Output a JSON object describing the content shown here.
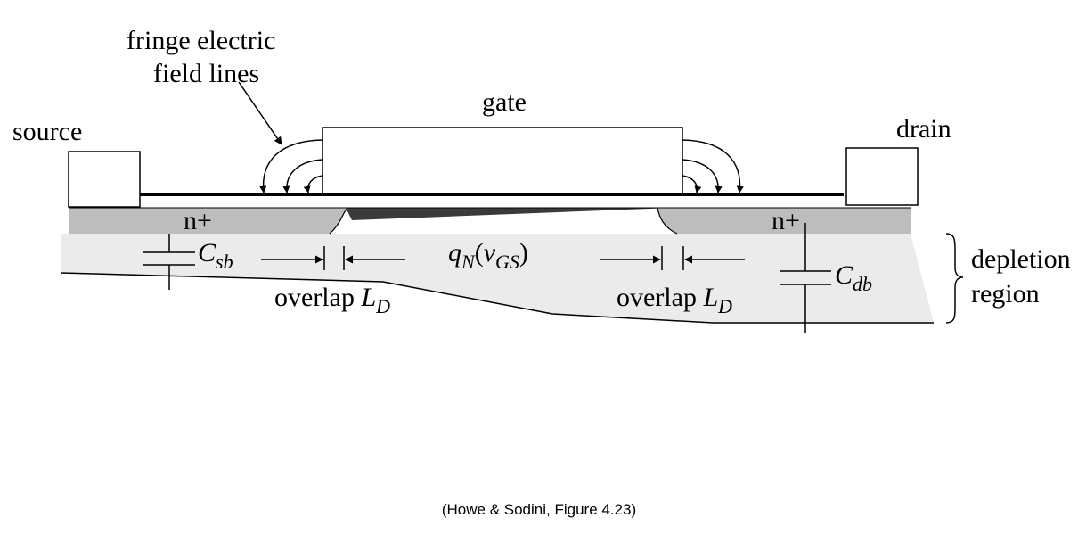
{
  "labels": {
    "fringe_line1": "fringe electric",
    "fringe_line2": "field lines",
    "gate": "gate",
    "source": "source",
    "drain": "drain",
    "n_plus_source": "n+",
    "n_plus_drain": "n+",
    "depletion_line1": "depletion",
    "depletion_line2": "region",
    "overlap_left": "overlap ",
    "overlap_right": "overlap ",
    "overlap_symbol": "L",
    "overlap_sub": "D",
    "csb_symbol": "C",
    "csb_sub": "sb",
    "cdb_symbol": "C",
    "cdb_sub": "db",
    "charge_symbol": "q",
    "charge_sub": "N",
    "charge_arg_open": "(",
    "charge_arg_symbol": "v",
    "charge_arg_sub": "GS",
    "charge_arg_close": ")"
  },
  "caption": "(Howe & Sodini, Figure 4.23)",
  "colors": {
    "n_plus_region": "#bdbdbd",
    "depletion_region": "#ebebeb",
    "channel_inversion": "#3a3a3a",
    "line": "#000000"
  }
}
